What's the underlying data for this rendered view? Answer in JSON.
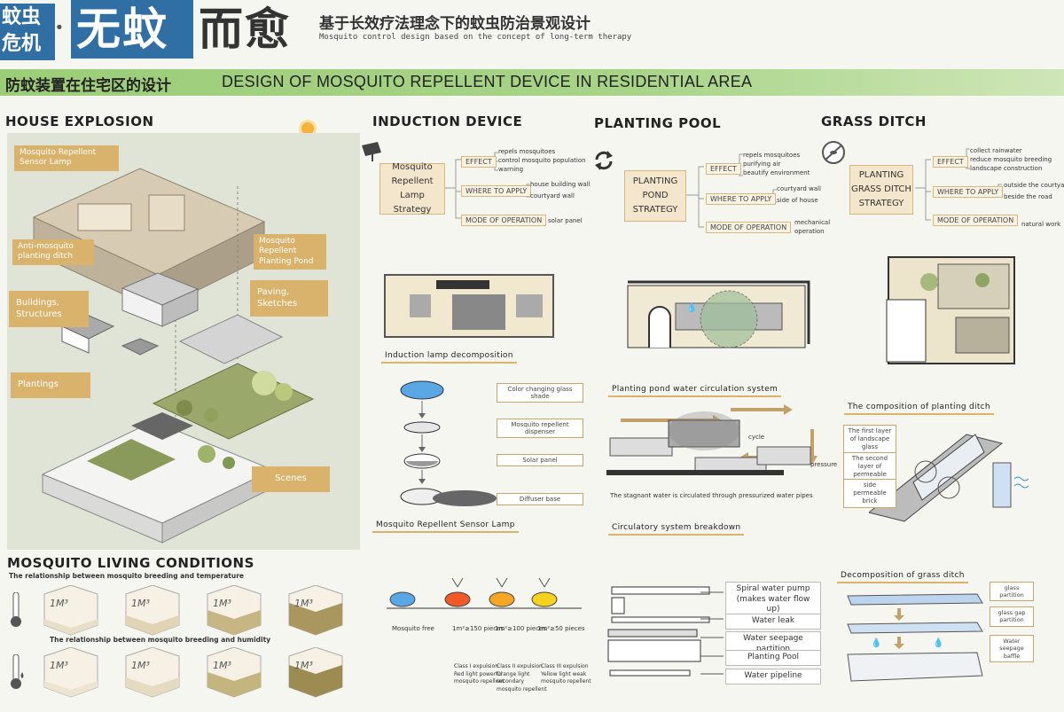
{
  "header": {
    "cn_small_1": "蚊虫",
    "cn_small_2": "危机",
    "dot": "·",
    "cn_big_1": "无蚊",
    "cn_big_2": "而愈",
    "subtitle_cn": "基于长效疗法理念下的蚊虫防治景观设计",
    "subtitle_en": "Mosquito control design based on the concept of long-term therapy"
  },
  "banner": {
    "cn": "防蚊装置在住宅区的设计",
    "en": "DESIGN OF MOSQUITO REPELLENT DEVICE IN RESIDENTIAL AREA"
  },
  "house": {
    "title": "HOUSE EXPLOSION",
    "tags": [
      "Mosquito Repellent Sensor Lamp",
      "Mosquito Repellent Planting Pond",
      "Anti-mosquito planting ditch",
      "Buildings, Structures",
      "Paving, Sketches",
      "Plantings",
      "Scenes"
    ]
  },
  "living": {
    "title": "MOSQUITO LIVING CONDITIONS",
    "sub1": "The relationship between mosquito breeding and temperature",
    "sub2": "The relationship between mosquito breeding and humidity",
    "cube_label": "1M³"
  },
  "induction": {
    "title": "INDUCTION DEVICE",
    "strategy": [
      "Mosquito",
      "Repellent",
      "Lamp Strategy"
    ],
    "effect": "EFFECT",
    "effect_items": [
      "repels mosquitoes",
      "control mosquito population",
      "warning"
    ],
    "where": "WHERE TO APPLY",
    "where_items": [
      "house building wall",
      "courtyard wall"
    ],
    "mode": "MODE OF OPERATION",
    "mode_items": [
      "solar panel"
    ],
    "decomp_title": "Induction lamp decomposition",
    "parts": [
      "Color changing glass shade",
      "Mosquito repellent dispenser",
      "Solar panel",
      "Diffuser base"
    ],
    "lamp_title": "Mosquito Repellent Sensor Lamp",
    "levels": [
      "Mosquito free",
      "1m²≥150 pieces",
      "1m²≥100 pieces",
      "1m²≥50 pieces"
    ],
    "level_notes": [
      [
        "Class I expulsion",
        "Red light powerful",
        "mosquito repellent"
      ],
      [
        "Class II expulsion",
        "Orange light",
        "secondary",
        "mosquito repellent"
      ],
      [
        "Class III expulsion",
        "Yellow light weak",
        "mosquito repellent"
      ]
    ]
  },
  "pool": {
    "title": "PLANTING POOL",
    "strategy": [
      "PLANTING",
      "POND",
      "STRATEGY"
    ],
    "effect": "EFFECT",
    "effect_items": [
      "repels mosquitoes",
      "purifying air",
      "beautify environment"
    ],
    "where": "WHERE TO APPLY",
    "where_items": [
      "courtyard wall",
      "side of house"
    ],
    "mode": "MODE OF OPERATION",
    "mode_items": [
      "mechanical",
      "operation"
    ],
    "circ_title": "Planting pond water circulation system",
    "cycle": "cycle",
    "pressure": "pressure",
    "circ_note": "The stagnant water is circulated through pressurized water pipes",
    "breakdown_title": "Circulatory system breakdown",
    "parts": [
      "Spiral water pump (makes water flow up)",
      "Water leak",
      "Water seepage partition",
      "Planting Pool",
      "Water pipeline"
    ]
  },
  "ditch": {
    "title": "GRASS DITCH",
    "strategy": [
      "PLANTING",
      "GRASS DITCH",
      "STRATEGY"
    ],
    "effect": "EFFECT",
    "effect_items": [
      "collect rainwater",
      "reduce mosquito breeding",
      "landscape construction"
    ],
    "where": "WHERE TO APPLY",
    "where_items": [
      "outside the courtyard",
      "beside the road"
    ],
    "mode": "MODE OF OPERATION",
    "mode_items": [
      "natural work"
    ],
    "comp_title": "The composition of planting ditch",
    "layers": [
      "The first layer of landscape glass",
      "The second layer of permeable glass",
      "side permeable brick"
    ],
    "decomp_title": "Decomposition of grass ditch",
    "parts": [
      "glass partition",
      "glass gap partition",
      "Water seepage baffle"
    ]
  }
}
